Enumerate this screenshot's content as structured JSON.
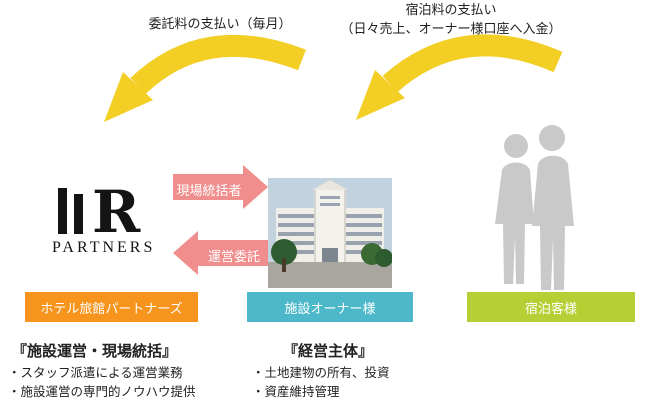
{
  "diagram": {
    "flows": {
      "commission_label": "委託料の支払い（毎月）",
      "lodging_label_line1": "宿泊料の支払い",
      "lodging_label_line2": "（日々売上、オーナー様口座へ入金）",
      "site_manager_label": "現場統括者",
      "operation_consignment_label": "運営委託"
    },
    "logo": {
      "mark": "R",
      "text": "PARTNERS"
    },
    "entities": [
      {
        "id": "partners",
        "label": "ホテル旅館パートナーズ",
        "color": "#f6941d"
      },
      {
        "id": "owner",
        "label": "施設オーナー様",
        "color": "#4cb8c9"
      },
      {
        "id": "guest",
        "label": "宿泊客様",
        "color": "#b5cf35"
      }
    ],
    "descriptions": {
      "left": {
        "heading": "『施設運営・現場統括』",
        "items": [
          "・スタッフ派遣による運営業務",
          "・施設運営の専門的ノウハウ提供"
        ]
      },
      "center": {
        "heading": "『経営主体』",
        "items": [
          "・土地建物の所有、投資",
          "・資産維持管理"
        ]
      }
    },
    "colors": {
      "arrow_yellow": "#f3cf25",
      "arrow_pink": "#f08d8d"
    }
  }
}
